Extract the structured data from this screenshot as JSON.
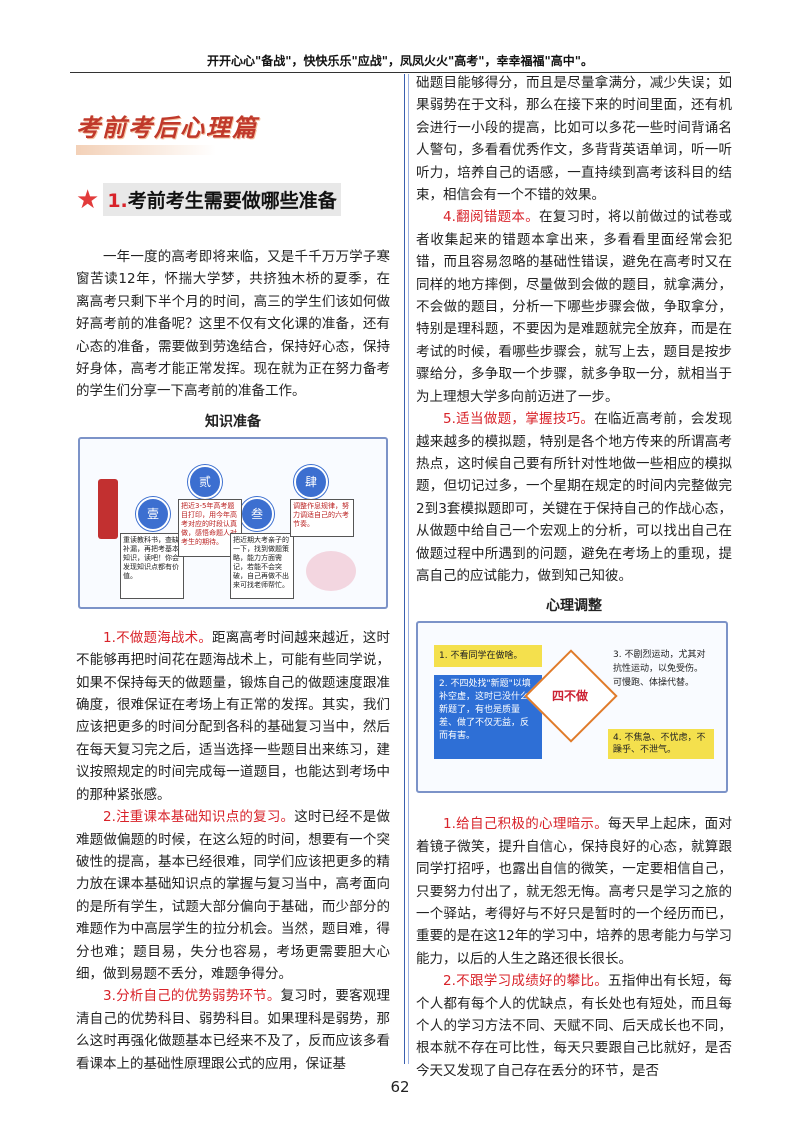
{
  "header": "开开心心\"备战\"，快快乐乐\"应战\"，凤凤火火\"高考\"，幸幸福福\"高中\"。",
  "section_title": "考前考后心理篇",
  "main_heading": {
    "num": "1.",
    "text": "考前考生需要做哪些准备"
  },
  "intro": "一年一度的高考即将来临，又是千千万万学子寒窗苦读12年，怀揣大学梦，共挤独木桥的夏季，在离高考只剩下半个月的时间，高三的学生们该如何做好高考前的准备呢？这里不仅有文化课的准备，还有心态的准备，需要做到劳逸结合，保持好心态，保持好身体，高考才能正常发挥。现在就为正在努力备考的学生们分享一下高考前的准备工作。",
  "knowledge_heading": "知识准备",
  "knowledge_diagram": {
    "nums": [
      "壹",
      "贰",
      "叁",
      "肆"
    ],
    "boxes": [
      "重读教科书，查缺补漏，再把考基本知识，读吧！你会发现知识点都有价值。",
      "把近3-5年高考题目打印，用今年高考对应的时段认真做，感悟命题人对考生的期待。",
      "把近期大考亲子的一下，找到做题策略，能力方面需记，若能不会突破，自己再做不出来可找老师帮忙。",
      "调整作息规律，努力调适自己的六考节奏。"
    ]
  },
  "left_paras": [
    {
      "lead": "1.不做题海战术。",
      "body": "距离高考时间越来越近，这时不能够再把时间花在题海战术上，可能有些同学说，如果不保持每天的做题量，锻炼自己的做题速度跟准确度，很难保证在考场上有正常的发挥。其实，我们应该把更多的时间分配到各科的基础复习当中，然后在每天复习完之后，适当选择一些题目出来练习，建议按照规定的时间完成每一道题目，也能达到考场中的那种紧张感。"
    },
    {
      "lead": "2.注重课本基础知识点的复习。",
      "body": "这时已经不是做难题做偏题的时候，在这么短的时间，想要有一个突破性的提高，基本已经很难，同学们应该把更多的精力放在课本基础知识点的掌握与复习当中，高考面向的是所有学生，试题大部分偏向于基础，而少部分的难题作为中高层学生的拉分机会。当然，题目难，得分也难；题目易，失分也容易，考场更需要胆大心细，做到易题不丢分，难题争得分。"
    },
    {
      "lead": "3.分析自己的优势弱势环节。",
      "body": "复习时，要客观理清自己的优势科目、弱势科目。如果理科是弱势，那么这时再强化做题基本已经来不及了，反而应该多看看课本上的基础性原理跟公式的应用，保证基"
    }
  ],
  "right_cont": "础题目能够得分，而且是尽量拿满分，减少失误；如果弱势在于文科，那么在接下来的时间里面，还有机会进行一小段的提高，比如可以多花一些时间背诵名人警句，多看看优秀作文，多背背英语单词，听一听听力，培养自己的语感，一直持续到高考该科目的结束，相信会有一个不错的效果。",
  "right_paras": [
    {
      "lead": "4.翻阅错题本。",
      "body": "在复习时，将以前做过的试卷或者收集起来的错题本拿出来，多看看里面经常会犯错，而且容易忽略的基础性错误，避免在高考时又在同样的地方摔倒，尽量做到会做的题目，就拿满分，不会做的题目，分析一下哪些步骤会做，争取拿分，特别是理科题，不要因为是难题就完全放弃，而是在考试的时候，看哪些步骤会，就写上去，题目是按步骤给分，多争取一个步骤，就多争取一分，就相当于为上理想大学多向前迈进了一步。"
    },
    {
      "lead": "5.适当做题，掌握技巧。",
      "body": "在临近高考前，会发现越来越多的模拟题，特别是各个地方传来的所谓高考热点，这时候自己要有所针对性地做一些相应的模拟题，但切记过多，一个星期在规定的时间内完整做完2到3套模拟题即可，关键在于保持自己的作战心态，从做题中给自己一个宏观上的分析，可以找出自己在做题过程中所遇到的问题，避免在考场上的重现，提高自己的应试能力，做到知己知彼。"
    }
  ],
  "mind_heading": "心理调整",
  "mind_diagram": {
    "center": "四不做",
    "items": [
      "1. 不看同学在做啥。",
      "2. 不四处找\"新题\"以填补空虚，这时已没什么新题了，有也是质量差、做了不仅无益，反而有害。",
      "3. 不剧烈运动，尤其对抗性运动，以免受伤。可慢跑、体操代替。",
      "4. 不焦急、不忧虑，不躁乎、不泄气。"
    ]
  },
  "mind_paras": [
    {
      "lead": "1.给自己积极的心理暗示。",
      "body": "每天早上起床，面对着镜子微笑，提升自信心，保持良好的心态，就算跟同学打招呼，也露出自信的微笑，一定要相信自己，只要努力付出了，就无怨无悔。高考只是学习之旅的一个驿站，考得好与不好只是暂时的一个经历而已，重要的是在这12年的学习中，培养的思考能力与学习能力，以后的人生之路还很长很长。"
    },
    {
      "lead": "2.不跟学习成绩好的攀比。",
      "body": "五指伸出有长短，每个人都有每个人的优缺点，有长处也有短处，而且每个人的学习方法不同、天赋不同、后天成长也不同，根本就不存在可比性，每天只要跟自己比就好，是否今天又发现了自己存在丢分的环节，是否"
    }
  ],
  "page_number": "62"
}
